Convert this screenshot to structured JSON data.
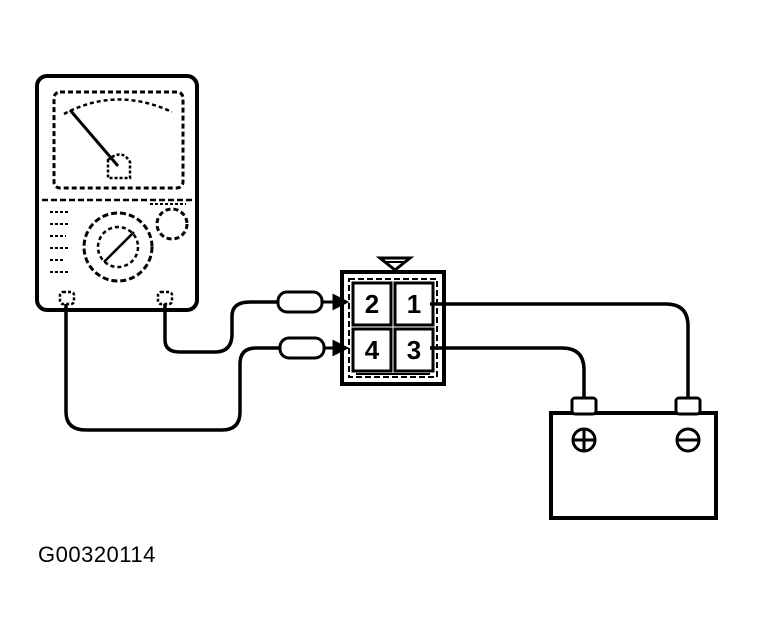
{
  "figure_code": "G00320114",
  "connector": {
    "pins": [
      {
        "id": "pin-2",
        "label": "2"
      },
      {
        "id": "pin-1",
        "label": "1"
      },
      {
        "id": "pin-4",
        "label": "4"
      },
      {
        "id": "pin-3",
        "label": "3"
      }
    ]
  },
  "battery": {
    "positive_symbol": "plus-terminal-icon",
    "negative_symbol": "minus-terminal-icon"
  },
  "meter": {
    "icon": "analog-multimeter-icon"
  }
}
